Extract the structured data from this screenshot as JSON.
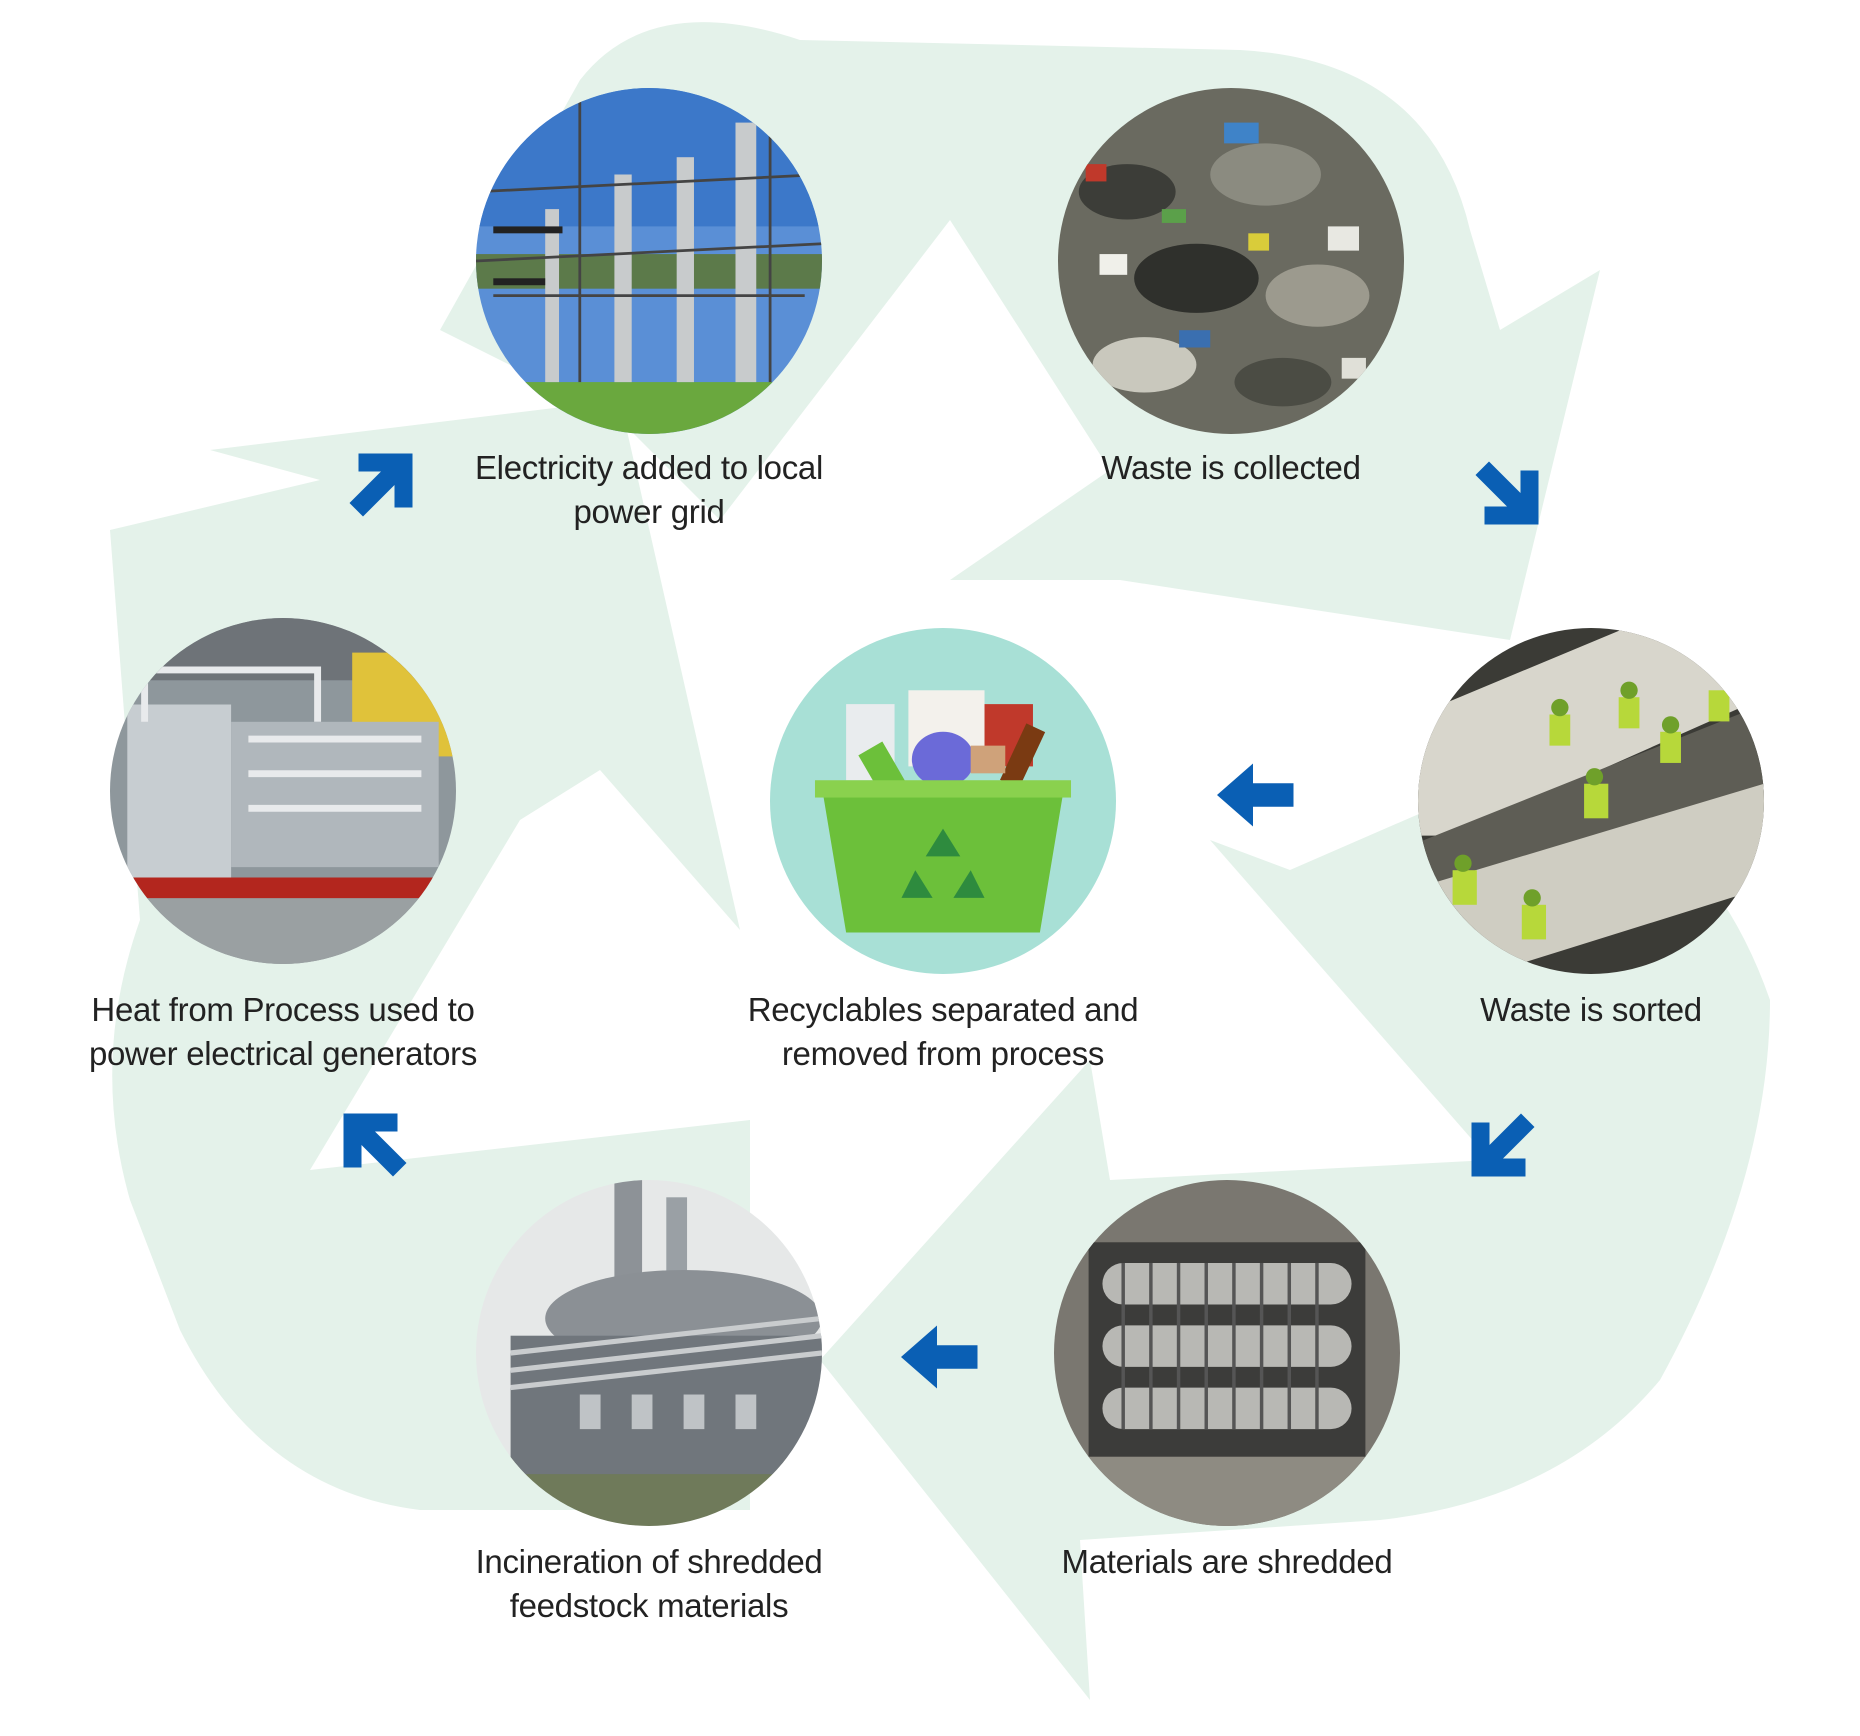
{
  "colors": {
    "recycle_shape": "#e4f2ea",
    "arrow": "#0a5fb4",
    "label_text": "#222222",
    "center_disc": "#a8e0d6",
    "bin_green": "#6cc03a"
  },
  "steps": [
    {
      "id": "waste-collected",
      "label_lines": [
        "Waste is collected"
      ],
      "icon": "garbage-pile-photo"
    },
    {
      "id": "waste-sorted",
      "label_lines": [
        "Waste is sorted"
      ],
      "icon": "sorting-line-photo"
    },
    {
      "id": "materials-shredded",
      "label_lines": [
        "Materials are shredded"
      ],
      "icon": "shredder-photo"
    },
    {
      "id": "incineration",
      "label_lines": [
        "Incineration of shredded",
        "feedstock materials"
      ],
      "icon": "incinerator-photo"
    },
    {
      "id": "heat-generators",
      "label_lines": [
        "Heat from Process used to",
        "power electrical generators"
      ],
      "icon": "generator-plant-photo"
    },
    {
      "id": "electricity-grid",
      "label_lines": [
        "Electricity added to local",
        "power grid"
      ],
      "icon": "power-substation-photo"
    }
  ],
  "center": {
    "id": "recyclables",
    "label_lines": [
      "Recyclables separated and",
      "removed from process"
    ],
    "icon": "recycling-bin-photo"
  }
}
